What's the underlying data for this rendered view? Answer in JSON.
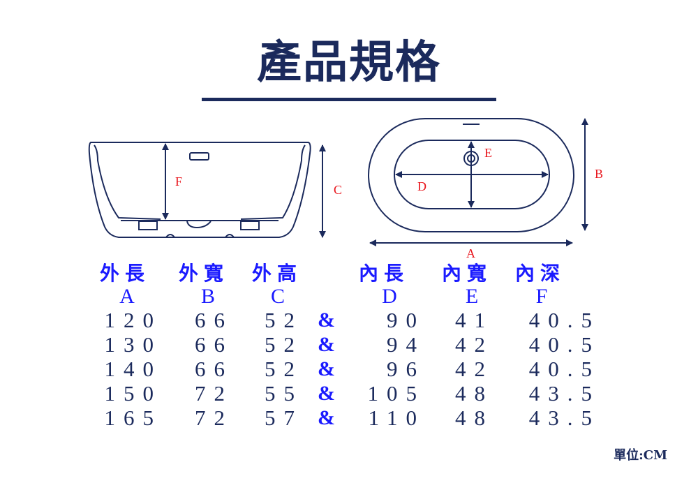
{
  "title": "產品規格",
  "diagram_labels": {
    "A": "A",
    "B": "B",
    "C": "C",
    "D": "D",
    "E": "E",
    "F": "F"
  },
  "headers": [
    {
      "name": "外長",
      "letter": "A"
    },
    {
      "name": "外寬",
      "letter": "B"
    },
    {
      "name": "外高",
      "letter": "C"
    },
    {
      "name": "內長",
      "letter": "D"
    },
    {
      "name": "內寬",
      "letter": "E"
    },
    {
      "name": "內深",
      "letter": "F"
    }
  ],
  "separator": "&",
  "rows": [
    [
      "120",
      "66",
      "52",
      "90",
      "41",
      "40.5"
    ],
    [
      "130",
      "66",
      "52",
      "94",
      "42",
      "40.5"
    ],
    [
      "140",
      "66",
      "52",
      "96",
      "42",
      "40.5"
    ],
    [
      "150",
      "72",
      "55",
      "105",
      "48",
      "43.5"
    ],
    [
      "165",
      "72",
      "57",
      "110",
      "48",
      "43.5"
    ]
  ],
  "unit": "單位:CM",
  "colors": {
    "navy": "#1b2a5c",
    "blue": "#1a1aff",
    "red": "#e8141b"
  }
}
